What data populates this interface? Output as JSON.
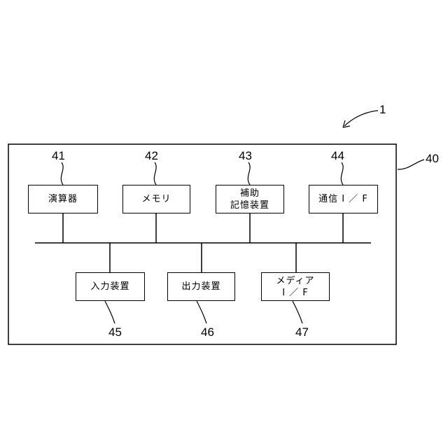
{
  "figure": {
    "system_ref": "1",
    "frame_ref": "40"
  },
  "blocks": {
    "cpu": {
      "ref": "41",
      "lines": [
        "演算器"
      ]
    },
    "memory": {
      "ref": "42",
      "lines": [
        "メモリ"
      ]
    },
    "storage": {
      "ref": "43",
      "lines": [
        "補助",
        "記憶装置"
      ]
    },
    "comm_if": {
      "ref": "44",
      "lines": [
        "通信 I ／ F"
      ]
    },
    "input": {
      "ref": "45",
      "lines": [
        "入力装置"
      ]
    },
    "output": {
      "ref": "46",
      "lines": [
        "出力装置"
      ]
    },
    "media_if": {
      "ref": "47",
      "lines": [
        "メディア",
        "I ／ F"
      ]
    }
  }
}
